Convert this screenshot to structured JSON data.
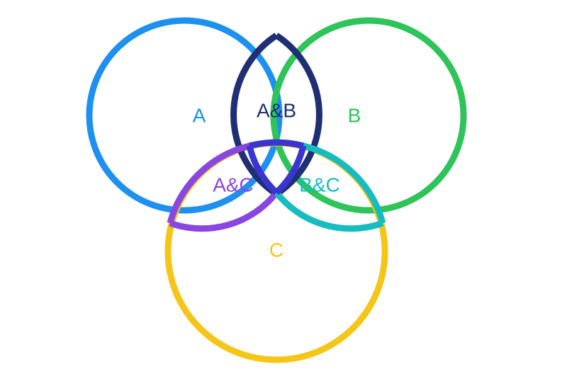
{
  "diagram": {
    "type": "venn",
    "sets": [
      {
        "key": "a",
        "label": "A",
        "color": "#1e90f0"
      },
      {
        "key": "b",
        "label": "B",
        "color": "#2ec45a"
      },
      {
        "key": "c",
        "label": "C",
        "color": "#f5c518"
      }
    ],
    "intersections": [
      {
        "key": "ab",
        "label": "A&B",
        "color": "#1f2f73"
      },
      {
        "key": "ac",
        "label": "A&C",
        "color": "#8a46e0"
      },
      {
        "key": "bc",
        "label": "B&C",
        "color": "#16bcc0"
      },
      {
        "key": "abc",
        "color": "#3b35cf"
      }
    ]
  }
}
